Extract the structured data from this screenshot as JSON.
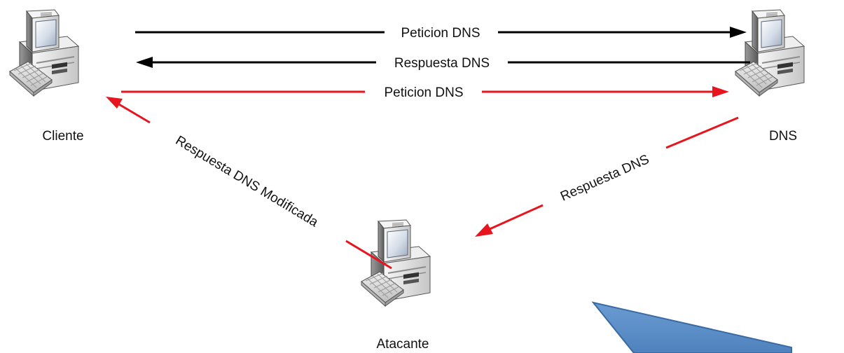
{
  "nodes": {
    "client": {
      "label": "Cliente"
    },
    "dns": {
      "label": "DNS"
    },
    "attacker": {
      "label": "Atacante"
    }
  },
  "arrows": {
    "request_normal": {
      "label": "Peticion DNS",
      "color": "#000000"
    },
    "response_normal": {
      "label": "Respuesta DNS",
      "color": "#000000"
    },
    "request_attack": {
      "label": "Peticion DNS",
      "color": "#e8141e"
    },
    "response_to_attacker": {
      "label": "Respuesta DNS",
      "color": "#e8141e"
    },
    "response_modified": {
      "label": "Respuesta DNS Modificada",
      "color": "#e8141e"
    }
  },
  "decoration": {
    "shape_color": "#5b8fca"
  }
}
